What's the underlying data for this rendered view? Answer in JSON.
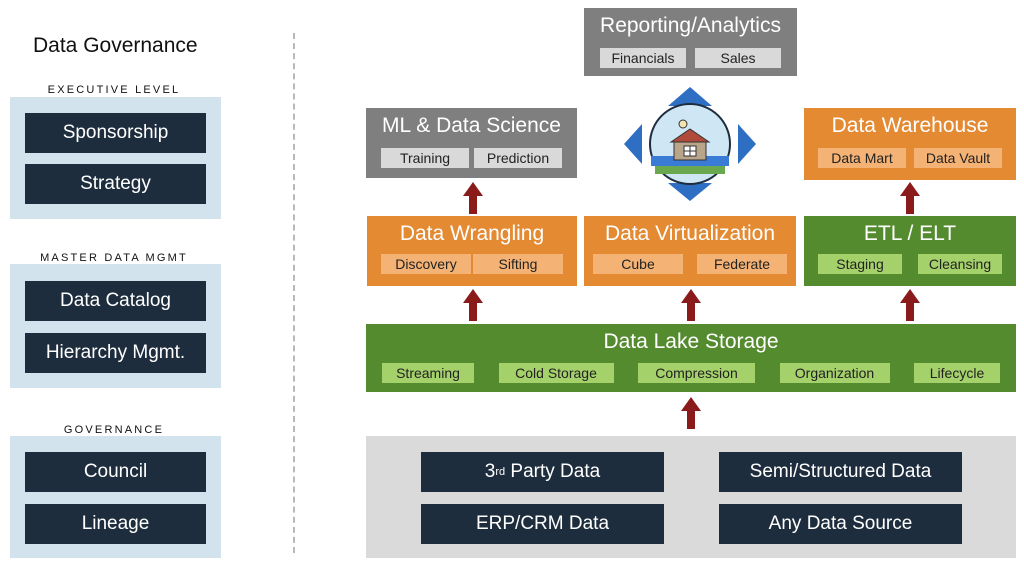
{
  "governance": {
    "title": "Data Governance",
    "sections": [
      {
        "label": "EXECUTIVE LEVEL",
        "items": [
          "Sponsorship",
          "Strategy"
        ]
      },
      {
        "label": "MASTER DATA MGMT",
        "items": [
          "Data Catalog",
          "Hierarchy Mgmt."
        ]
      },
      {
        "label": "GOVERNANCE",
        "items": [
          "Council",
          "Lineage"
        ]
      }
    ]
  },
  "reporting": {
    "title": "Reporting/Analytics",
    "subs": [
      "Financials",
      "Sales"
    ]
  },
  "ml": {
    "title": "ML & Data Science",
    "subs": [
      "Training",
      "Prediction"
    ]
  },
  "warehouse": {
    "title": "Data Warehouse",
    "subs": [
      "Data Mart",
      "Data Vault"
    ]
  },
  "wrangling": {
    "title": "Data Wrangling",
    "subs": [
      "Discovery",
      "Sifting"
    ]
  },
  "virtualization": {
    "title": "Data Virtualization",
    "subs": [
      "Cube",
      "Federate"
    ]
  },
  "etl": {
    "title": "ETL / ELT",
    "subs": [
      "Staging",
      "Cleansing"
    ]
  },
  "lake": {
    "title": "Data Lake Storage",
    "subs": [
      "Streaming",
      "Cold Storage",
      "Compression",
      "Organization",
      "Lifecycle"
    ]
  },
  "sources": {
    "third_party": {
      "prefix": "3",
      "sup": "rd",
      "suffix": " Party Data"
    },
    "semi": "Semi/Structured Data",
    "erp": "ERP/CRM Data",
    "any": "Any Data Source"
  },
  "colors": {
    "navy": "#1e2d3d",
    "orange": "#e48a32",
    "green": "#558b2f",
    "gray": "#7f7f7f",
    "panel": "#d2e3ee",
    "arrow": "#8b1a1a",
    "compass": "#2e6fc4"
  }
}
